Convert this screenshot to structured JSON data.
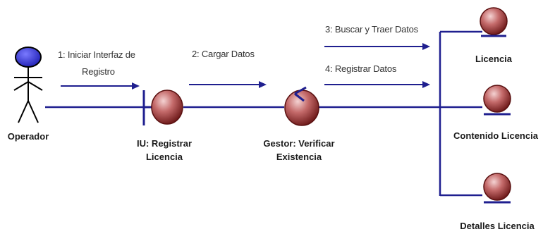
{
  "colors": {
    "line": "#1f1f8f",
    "sphere_light": "#e9b4b4",
    "sphere_dark": "#7a1f1f",
    "actor_head": "#3a3ad6",
    "text": "#1b1b1b"
  },
  "actor": {
    "name": "Operador",
    "icon": "actor-stick-figure-icon"
  },
  "objects": [
    {
      "id": "iu",
      "type": "boundary",
      "icon": "boundary-icon",
      "name_line1": "IU: Registrar",
      "name_line2": "Licencia"
    },
    {
      "id": "gestor",
      "type": "control",
      "icon": "control-icon",
      "name_line1": "Gestor: Verificar",
      "name_line2": "Existencia"
    },
    {
      "id": "licencia",
      "type": "entity",
      "icon": "entity-icon",
      "name": "Licencia"
    },
    {
      "id": "contenido",
      "type": "entity",
      "icon": "entity-icon",
      "name": "Contenido Licencia"
    },
    {
      "id": "detalles",
      "type": "entity",
      "icon": "entity-icon",
      "name": "Detalles Licencia"
    }
  ],
  "messages": [
    {
      "id": "m1",
      "line1": "1: Iniciar Interfaz de",
      "line2": "Registro"
    },
    {
      "id": "m2",
      "text": "2: Cargar Datos"
    },
    {
      "id": "m3",
      "text": "3: Buscar y  Traer Datos"
    },
    {
      "id": "m4",
      "text": "4: Registrar Datos"
    }
  ]
}
